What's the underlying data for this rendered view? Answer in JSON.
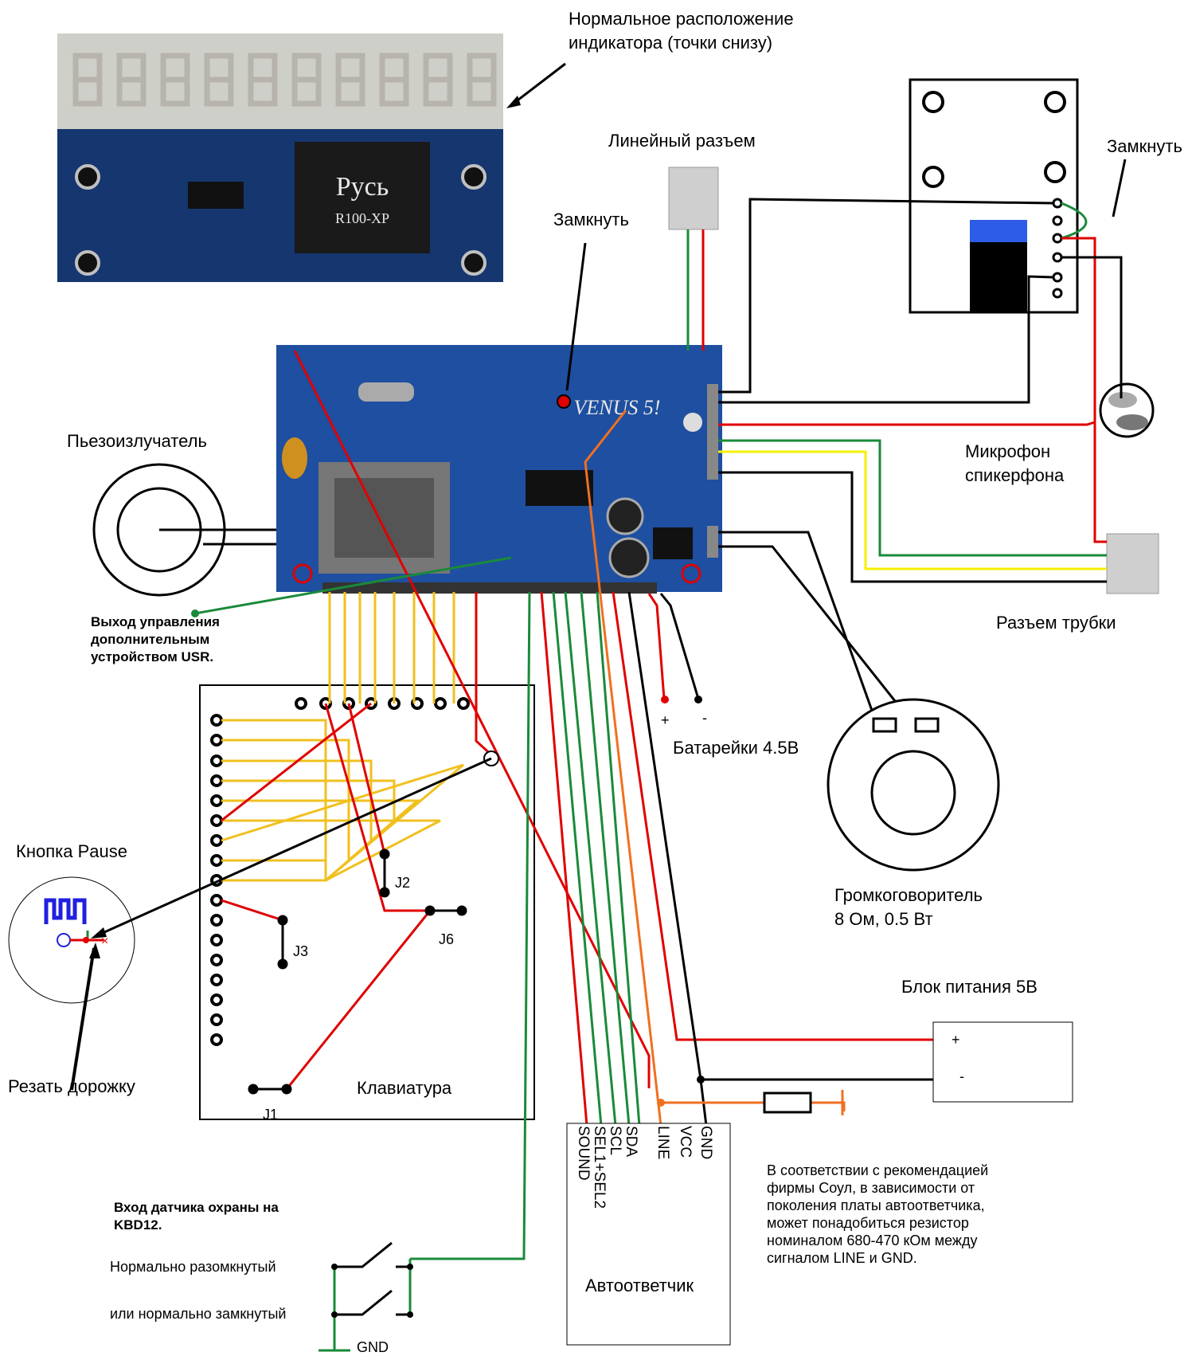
{
  "labels": {
    "indicator_note_1": "Нормальное расположение",
    "indicator_note_2": "индикатора (точки снизу)",
    "line_connector": "Линейный разъем",
    "short_center": "Замкнуть",
    "short_right": "Замкнуть",
    "piezo": "Пьезоизлучатель",
    "mic_1": "Микрофон",
    "mic_2": "спикерфона",
    "handset_connector": "Разъем трубки",
    "usr_output_1": "Выход управления",
    "usr_output_2": "дополнительным",
    "usr_output_3": "устройством USR.",
    "battery_plus": "+",
    "battery_minus": "-",
    "battery": "Батарейки 4.5В",
    "pause_button": "Кнопка Pause",
    "cut_track": "Резать дорожку",
    "j1": "J1",
    "j2": "J2",
    "j3": "J3",
    "j6": "J6",
    "keyboard": "Клавиатура",
    "speaker_1": "Громкоговоритель",
    "speaker_2": "8 Ом, 0.5 Вт",
    "psu": "Блок питания 5В",
    "psu_plus": "+",
    "psu_minus": "-",
    "pins": [
      "SOUND",
      "SEL1+SEL2",
      "SCL",
      "SDA",
      "LINE",
      "VCC",
      "GND"
    ],
    "answering_machine": "Автоответчик",
    "security_1": "Вход датчика охраны на",
    "security_2": "KBD12.",
    "normally_open": "Нормально разомкнутый",
    "normally_closed": "или нормально замкнутый",
    "gnd": "GND",
    "note_1": "В соответствии с рекомендацией",
    "note_2": "фирмы Соул, в зависимости от",
    "note_3": "поколения платы автоответчика,",
    "note_4": "может понадобиться резистор",
    "note_5": "номиналом 680-470 кОм между",
    "note_6": "сигналом  LINE и GND.",
    "chip_brand": "Русь",
    "chip_model": "R100-XP",
    "board_brand": "VENUS 5!"
  },
  "colors": {
    "pcb": "#1e4fa0",
    "wire_red": "#e00000",
    "wire_green": "#1a8a3a",
    "wire_yellow": "#f0c020",
    "wire_orange": "#f07020",
    "wire_black": "#000000",
    "wire_bright_yellow": "#f5f000"
  }
}
